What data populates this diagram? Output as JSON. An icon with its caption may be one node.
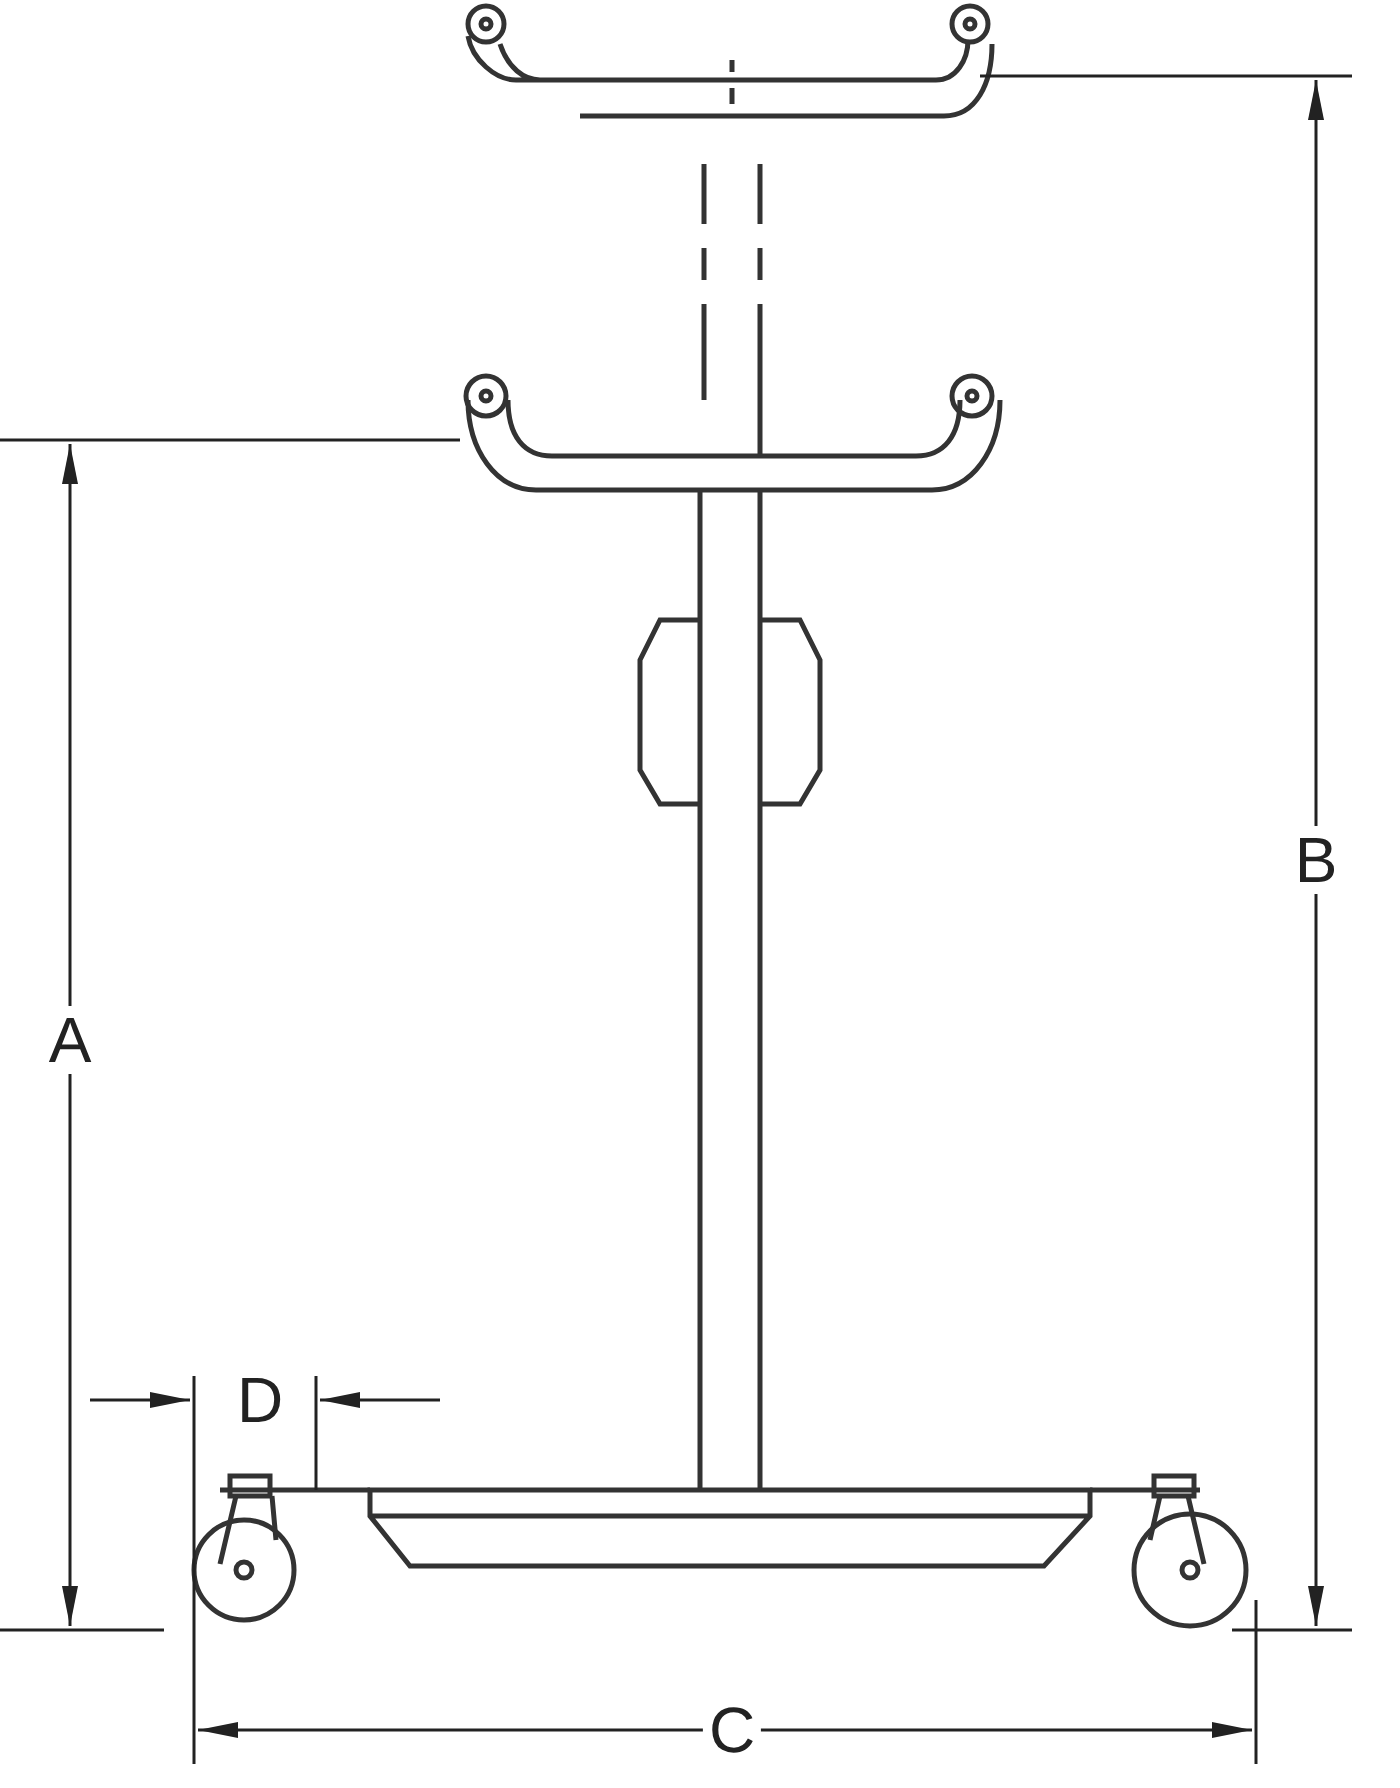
{
  "diagram": {
    "labels": [
      "B",
      "A",
      "D",
      "C"
    ]
  }
}
